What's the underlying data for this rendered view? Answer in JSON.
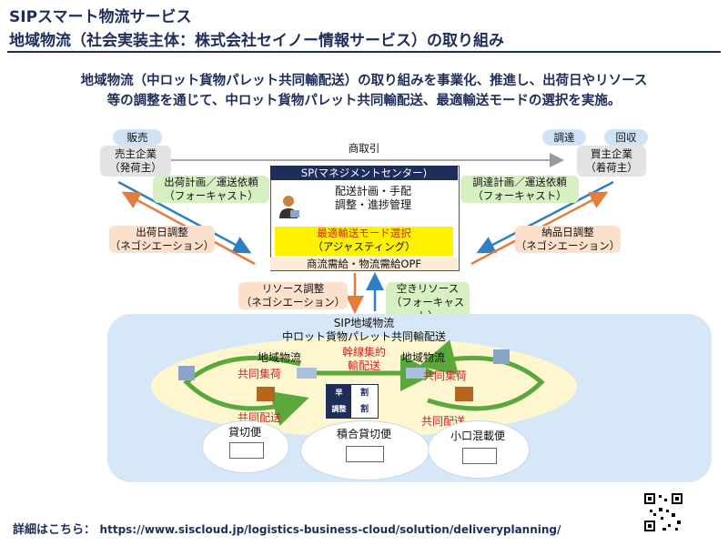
{
  "header": {
    "title_line1": "SIPスマート物流サービス",
    "title_line2": "地域物流（社会実装主体：株式会社セイノー情報サービス）の取り組み"
  },
  "lead": {
    "line1": "地域物流（中ロット貨物パレット共同輸配送）の取り組みを事業化、推進し、出荷日やリソース",
    "line2": "等の調整を通じて、中ロット貨物パレット共同輸配送、最適輸送モードの選択を実施。"
  },
  "left": {
    "pill": "販売",
    "company_line1": "売主企業",
    "company_line2": "（発荷主）",
    "plan_line1": "出荷計画／運送依頼",
    "plan_line2": "（フォーキャスト）",
    "adjust_line1": "出荷日調整",
    "adjust_line2": "（ネゴシエーション）"
  },
  "right": {
    "pill1": "調達",
    "pill2": "回収",
    "company_line1": "買主企業",
    "company_line2": "（着荷主）",
    "plan_line1": "調達計画／運送依頼",
    "plan_line2": "（フォーキャスト）",
    "adjust_line1": "納品日調整",
    "adjust_line2": "（ネゴシエーション）"
  },
  "trade_label": "商取引",
  "sp": {
    "header": "SP(マネジメントセンター)",
    "line1": "配送計画・手配",
    "line2": "調整・進捗管理",
    "mode_line1": "最適輸送モード選択",
    "mode_line2": "（アジャスティング）",
    "bottom": "商流需給・物流需給OPF"
  },
  "middle": {
    "resource_line1": "リソース調整",
    "resource_line2": "（ネゴシエーション）",
    "spare_line1": "空きリソース",
    "spare_line2": "（フォーキャスト）"
  },
  "region": {
    "title_line1": "SIP地域物流",
    "title_line2": "中ロット貨物パレット共同輸配送",
    "left_area": "地域物流",
    "right_area": "地域物流",
    "trunk_line1": "幹線集約",
    "trunk_line2": "輸配送",
    "left_collect": "共同集荷",
    "right_collect": "共同集荷",
    "left_deliver": "共同配送",
    "right_deliver": "共同配送",
    "board_row1_a": "早",
    "board_row1_b": "割",
    "board_row2_a": "調整",
    "board_row2_b": "割",
    "truck1": "貸切便",
    "truck2": "積合貸切便",
    "truck3": "小口混載便"
  },
  "footer": {
    "label": "詳細はこちら：",
    "url": "https://www.siscloud.jp/logistics-business-cloud/solution/deliveryplanning/"
  },
  "colors": {
    "navy": "#1f2d5a",
    "arrow_blue": "#2f7fc1",
    "arrow_orange": "#e47c3a",
    "loop_green": "#5aa83c",
    "accent_red": "#d2232a"
  }
}
